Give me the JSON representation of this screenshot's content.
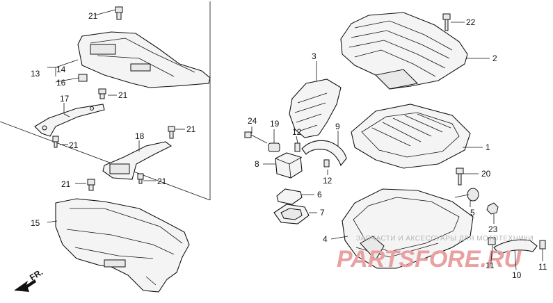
{
  "labels": {
    "p1": "1",
    "p2": "2",
    "p3": "3",
    "p4": "4",
    "p5": "5",
    "p6": "6",
    "p7": "7",
    "p8": "8",
    "p9": "9",
    "p10": "10",
    "p11a": "11",
    "p11b": "11",
    "p12a": "12",
    "p12b": "12",
    "p13": "13",
    "p14": "14",
    "p15": "15",
    "p16": "16",
    "p17": "17",
    "p18": "18",
    "p19": "19",
    "p20": "20",
    "p21a": "21",
    "p21b": "21",
    "p21c": "21",
    "p21d": "21",
    "p21e": "21",
    "p21f": "21",
    "p22": "22",
    "p23": "23",
    "p24": "24"
  },
  "direction": {
    "label": "FR."
  },
  "watermark": {
    "caption": "ЗАПЧАСТИ И АКСЕССУАРЫ ДЛЯ МОТОТЕХНИКИ",
    "brand": "PARTSFORE.RU"
  },
  "colors": {
    "line": "#111111",
    "watermark_brand": "#e8a0a0",
    "watermark_caption": "#b4b4b4"
  }
}
